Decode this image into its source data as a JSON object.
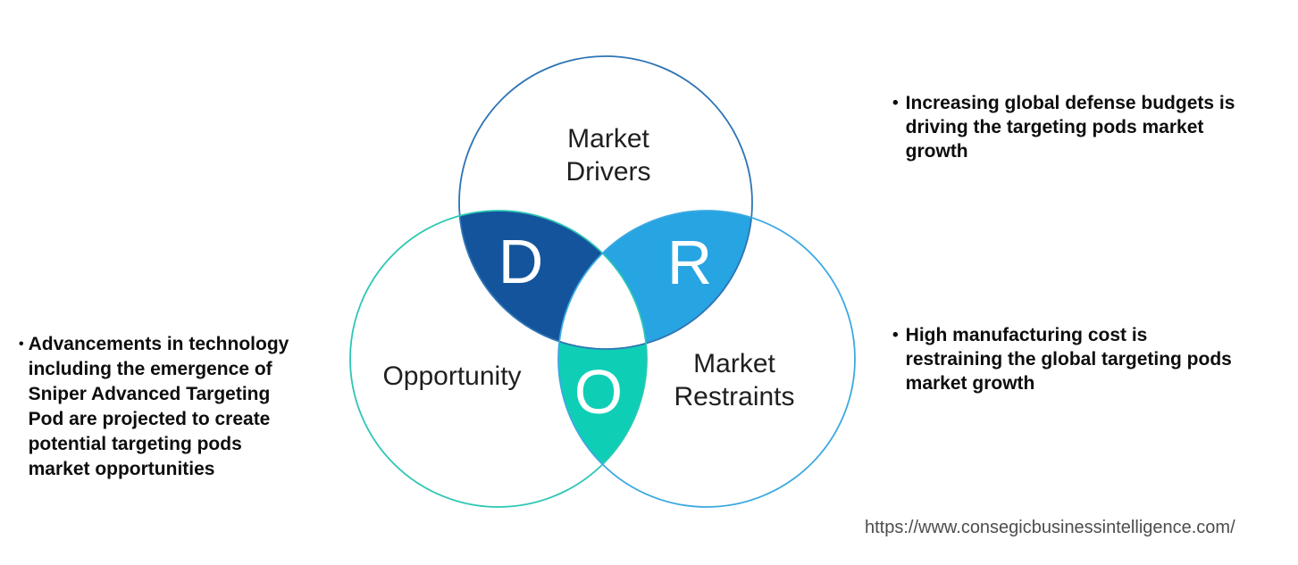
{
  "page": {
    "background": "#ffffff"
  },
  "venn": {
    "circles": {
      "drivers": {
        "label": "Market Drivers",
        "outline_color": "#2e74b5"
      },
      "opportunity": {
        "label": "Opportunity",
        "outline_color": "#2cc7b4"
      },
      "restraints": {
        "label": "Market Restraints",
        "outline_color": "#3ba9e2"
      }
    },
    "petals": {
      "d": {
        "letter": "D",
        "fill_color": "#14549c"
      },
      "r": {
        "letter": "R",
        "fill_color": "#27a4e2"
      },
      "o": {
        "letter": "O",
        "fill_color": "#0ecfb6"
      }
    }
  },
  "notes": {
    "bullet_glyph": "•",
    "drivers": {
      "lines": [
        "Increasing global defense budgets is",
        "driving the targeting pods market",
        "growth"
      ]
    },
    "restraints": {
      "lines": [
        "High manufacturing cost is",
        "restraining the global targeting pods",
        "market growth"
      ]
    },
    "opportunity": {
      "lines": [
        "Advancements in technology",
        "including the emergence of",
        "Sniper Advanced Targeting",
        "Pod are projected to create",
        "potential targeting pods",
        "market opportunities"
      ]
    }
  },
  "footer": {
    "url": "https://www.consegicbusinessintelligence.com/"
  }
}
